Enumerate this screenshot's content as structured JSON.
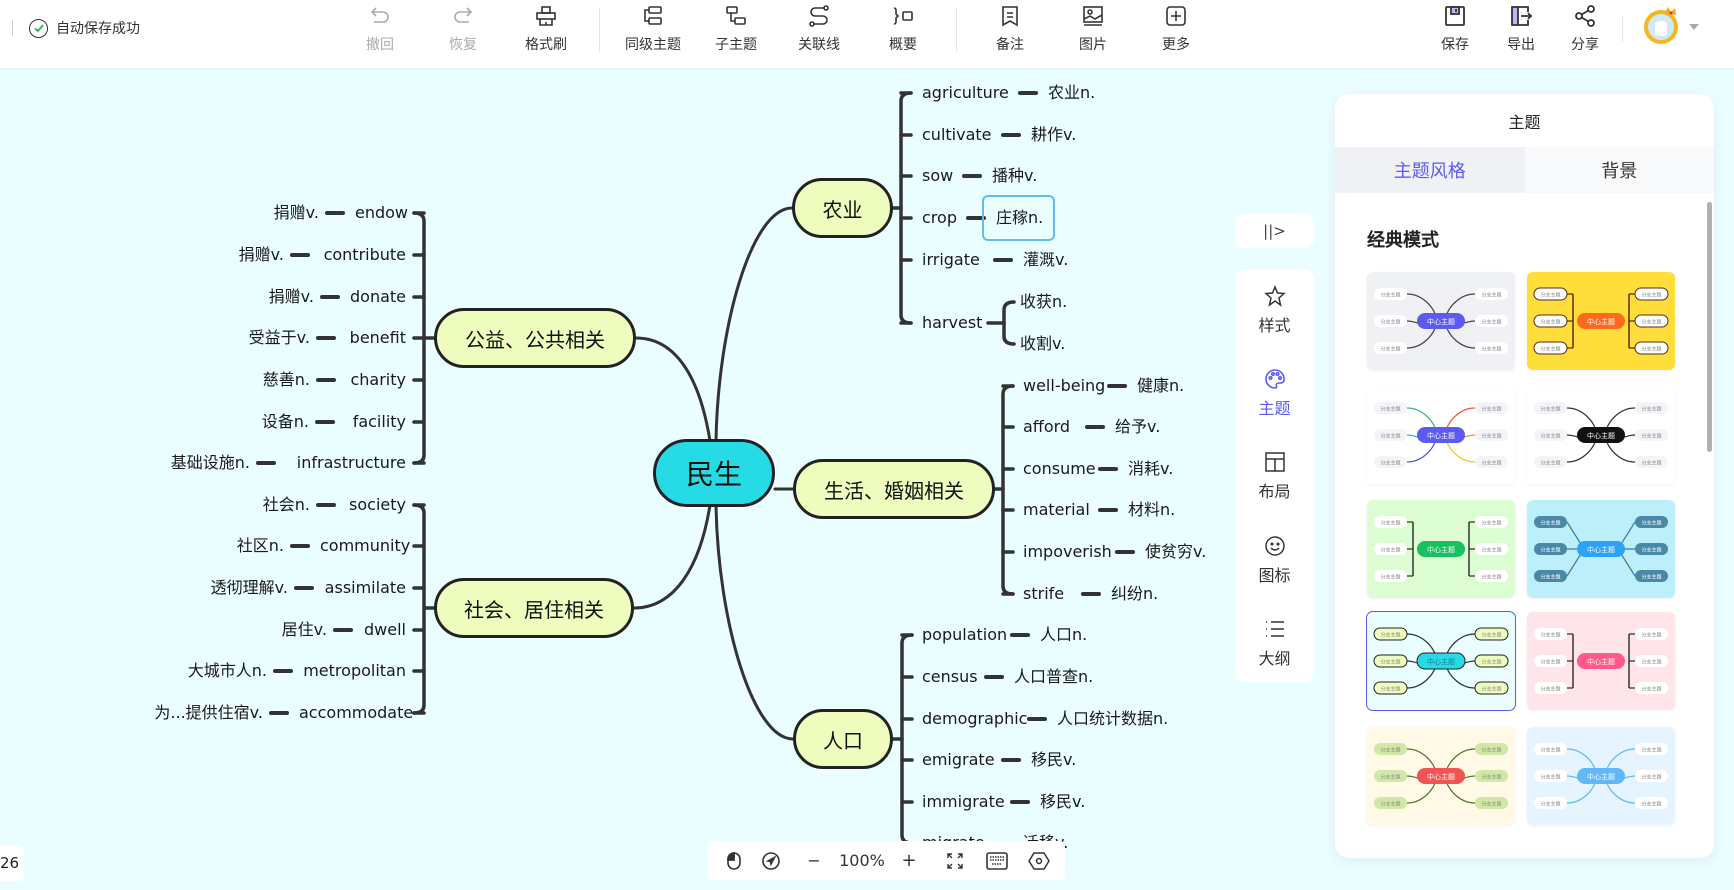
{
  "header": {
    "save_status": "自动保存成功",
    "tools": [
      {
        "id": "undo",
        "label": "撤回",
        "icon": "undo-icon",
        "disabled": true
      },
      {
        "id": "redo",
        "label": "恢复",
        "icon": "redo-icon",
        "disabled": true
      },
      {
        "id": "format-painter",
        "label": "格式刷",
        "icon": "format-painter-icon"
      },
      {
        "id": "sibling",
        "label": "同级主题",
        "icon": "sibling-topic-icon"
      },
      {
        "id": "child",
        "label": "子主题",
        "icon": "child-topic-icon"
      },
      {
        "id": "relation",
        "label": "关联线",
        "icon": "relation-line-icon"
      },
      {
        "id": "summary",
        "label": "概要",
        "icon": "summary-icon"
      },
      {
        "id": "note",
        "label": "备注",
        "icon": "note-icon"
      },
      {
        "id": "image",
        "label": "图片",
        "icon": "image-icon"
      },
      {
        "id": "more",
        "label": "更多",
        "icon": "plus-box-icon"
      }
    ],
    "right_tools": [
      {
        "id": "save",
        "label": "保存",
        "icon": "save-icon"
      },
      {
        "id": "export",
        "label": "导出",
        "icon": "export-icon"
      },
      {
        "id": "share",
        "label": "分享",
        "icon": "share-icon"
      }
    ]
  },
  "mindmap": {
    "center": "民生",
    "branches": [
      {
        "id": "agriculture",
        "title": "农业",
        "side": "right",
        "items": [
          {
            "en": "agriculture",
            "zh": "农业n."
          },
          {
            "en": "cultivate",
            "zh": "耕作v."
          },
          {
            "en": "sow",
            "zh": "播种v."
          },
          {
            "en": "crop",
            "zh": "庄稼n.",
            "selected": true
          },
          {
            "en": "irrigate",
            "zh": "灌溉v."
          },
          {
            "en": "harvest",
            "zh_multi": [
              "收获n.",
              "收割v."
            ]
          }
        ]
      },
      {
        "id": "life",
        "title": "生活、婚姻相关",
        "side": "right",
        "items": [
          {
            "en": "well-being",
            "zh": "健康n."
          },
          {
            "en": "afford",
            "zh": "给予v."
          },
          {
            "en": "consume",
            "zh": "消耗v."
          },
          {
            "en": "material",
            "zh": "材料n."
          },
          {
            "en": "impoverish",
            "zh": "使贫穷v."
          },
          {
            "en": "strife",
            "zh": "纠纷n."
          }
        ]
      },
      {
        "id": "population",
        "title": "人口",
        "side": "right",
        "items": [
          {
            "en": "population",
            "zh": "人口n."
          },
          {
            "en": "census",
            "zh": "人口普查n."
          },
          {
            "en": "demographic",
            "zh": "人口统计数据n."
          },
          {
            "en": "emigrate",
            "zh": "移民v."
          },
          {
            "en": "immigrate",
            "zh": "移民v."
          },
          {
            "en": "migrate",
            "zh": "迁移v."
          }
        ]
      },
      {
        "id": "public",
        "title": "公益、公共相关",
        "side": "left",
        "items": [
          {
            "en": "endow",
            "zh": "捐赠v."
          },
          {
            "en": "contribute",
            "zh": "捐赠v."
          },
          {
            "en": "donate",
            "zh": "捐赠v."
          },
          {
            "en": "benefit",
            "zh": "受益于v."
          },
          {
            "en": "charity",
            "zh": "慈善n."
          },
          {
            "en": "facility",
            "zh": "设备n."
          },
          {
            "en": "infrastructure",
            "zh": "基础设施n."
          }
        ]
      },
      {
        "id": "society",
        "title": "社会、居住相关",
        "side": "left",
        "items": [
          {
            "en": "society",
            "zh": "社会n."
          },
          {
            "en": "community",
            "zh": "社区n."
          },
          {
            "en": "assimilate",
            "zh": "透彻理解v."
          },
          {
            "en": "dwell",
            "zh": "居住v."
          },
          {
            "en": "metropolitan",
            "zh": "大城市人n."
          },
          {
            "en": "accommodate",
            "zh": "为...提供住宿v."
          }
        ]
      }
    ]
  },
  "side_strip": {
    "toggle_icon": "collapse-panel-icon",
    "items": [
      {
        "id": "style",
        "label": "样式",
        "icon": "style-star-icon"
      },
      {
        "id": "theme",
        "label": "主题",
        "icon": "palette-icon",
        "active": true
      },
      {
        "id": "layout",
        "label": "布局",
        "icon": "layout-icon"
      },
      {
        "id": "icons",
        "label": "图标",
        "icon": "smiley-icon"
      },
      {
        "id": "outline",
        "label": "大纲",
        "icon": "list-icon"
      }
    ]
  },
  "theme_panel": {
    "title": "主题",
    "tabs": [
      {
        "label": "主题风格",
        "active": true
      },
      {
        "label": "背景"
      }
    ],
    "section_title": "经典模式",
    "center_label": "中心主题",
    "branch_label": "分支主题",
    "themes": [
      {
        "style": "curve",
        "bg": "#f0f1f5",
        "center": "#5b5bf0",
        "branch_bg": "#ffffff",
        "branch_border": "none",
        "line": "#444444"
      },
      {
        "style": "bracket",
        "bg": "#ffde3b",
        "center": "#ff6a1a",
        "branch_bg": "#ffffff",
        "branch_border": "#5a2a1a",
        "line": "#5a2a1a"
      },
      {
        "style": "curve-rainbow",
        "bg": "#ffffff",
        "center": "#5b5bf0",
        "branch_bg": "#f4f4f8",
        "branch_border": "none",
        "line": "multi"
      },
      {
        "style": "curve",
        "bg": "#ffffff",
        "center": "#111111",
        "branch_bg": "#f4f4f8",
        "branch_border": "none",
        "line": "#333333"
      },
      {
        "style": "bracket",
        "bg": "#dcfdd2",
        "center": "#18c060",
        "branch_bg": "#ffffff",
        "branch_border": "none",
        "line": "#333333"
      },
      {
        "style": "straight",
        "bg": "#bdeffa",
        "center": "#2aa2f5",
        "branch_bg": "#4a88a8",
        "branch_border": "none",
        "line": "#3a7ca0"
      },
      {
        "style": "curve",
        "bg": "#eafdff",
        "center": "#27dbe6",
        "branch_bg": "#eefcbe",
        "branch_border": "#222222",
        "line": "#333333",
        "selected": true
      },
      {
        "style": "bracket",
        "bg": "#ffe4ea",
        "center": "#ff5a8a",
        "branch_bg": "#ffffff",
        "branch_border": "none",
        "line": "#333333"
      },
      {
        "style": "curve",
        "bg": "#fff9e6",
        "center": "#f25454",
        "branch_bg": "#cfe8a6",
        "branch_border": "none",
        "line": "#4c7a2a"
      },
      {
        "style": "curve",
        "bg": "#e6f4ff",
        "center": "#60b8f5",
        "branch_bg": "#ffffff",
        "branch_border": "none",
        "line": "#60b8f5"
      }
    ]
  },
  "bottom_toolbar": {
    "zoom_level": "100%",
    "zoom_out": "−",
    "zoom_in": "+"
  },
  "page_indicator": "26"
}
